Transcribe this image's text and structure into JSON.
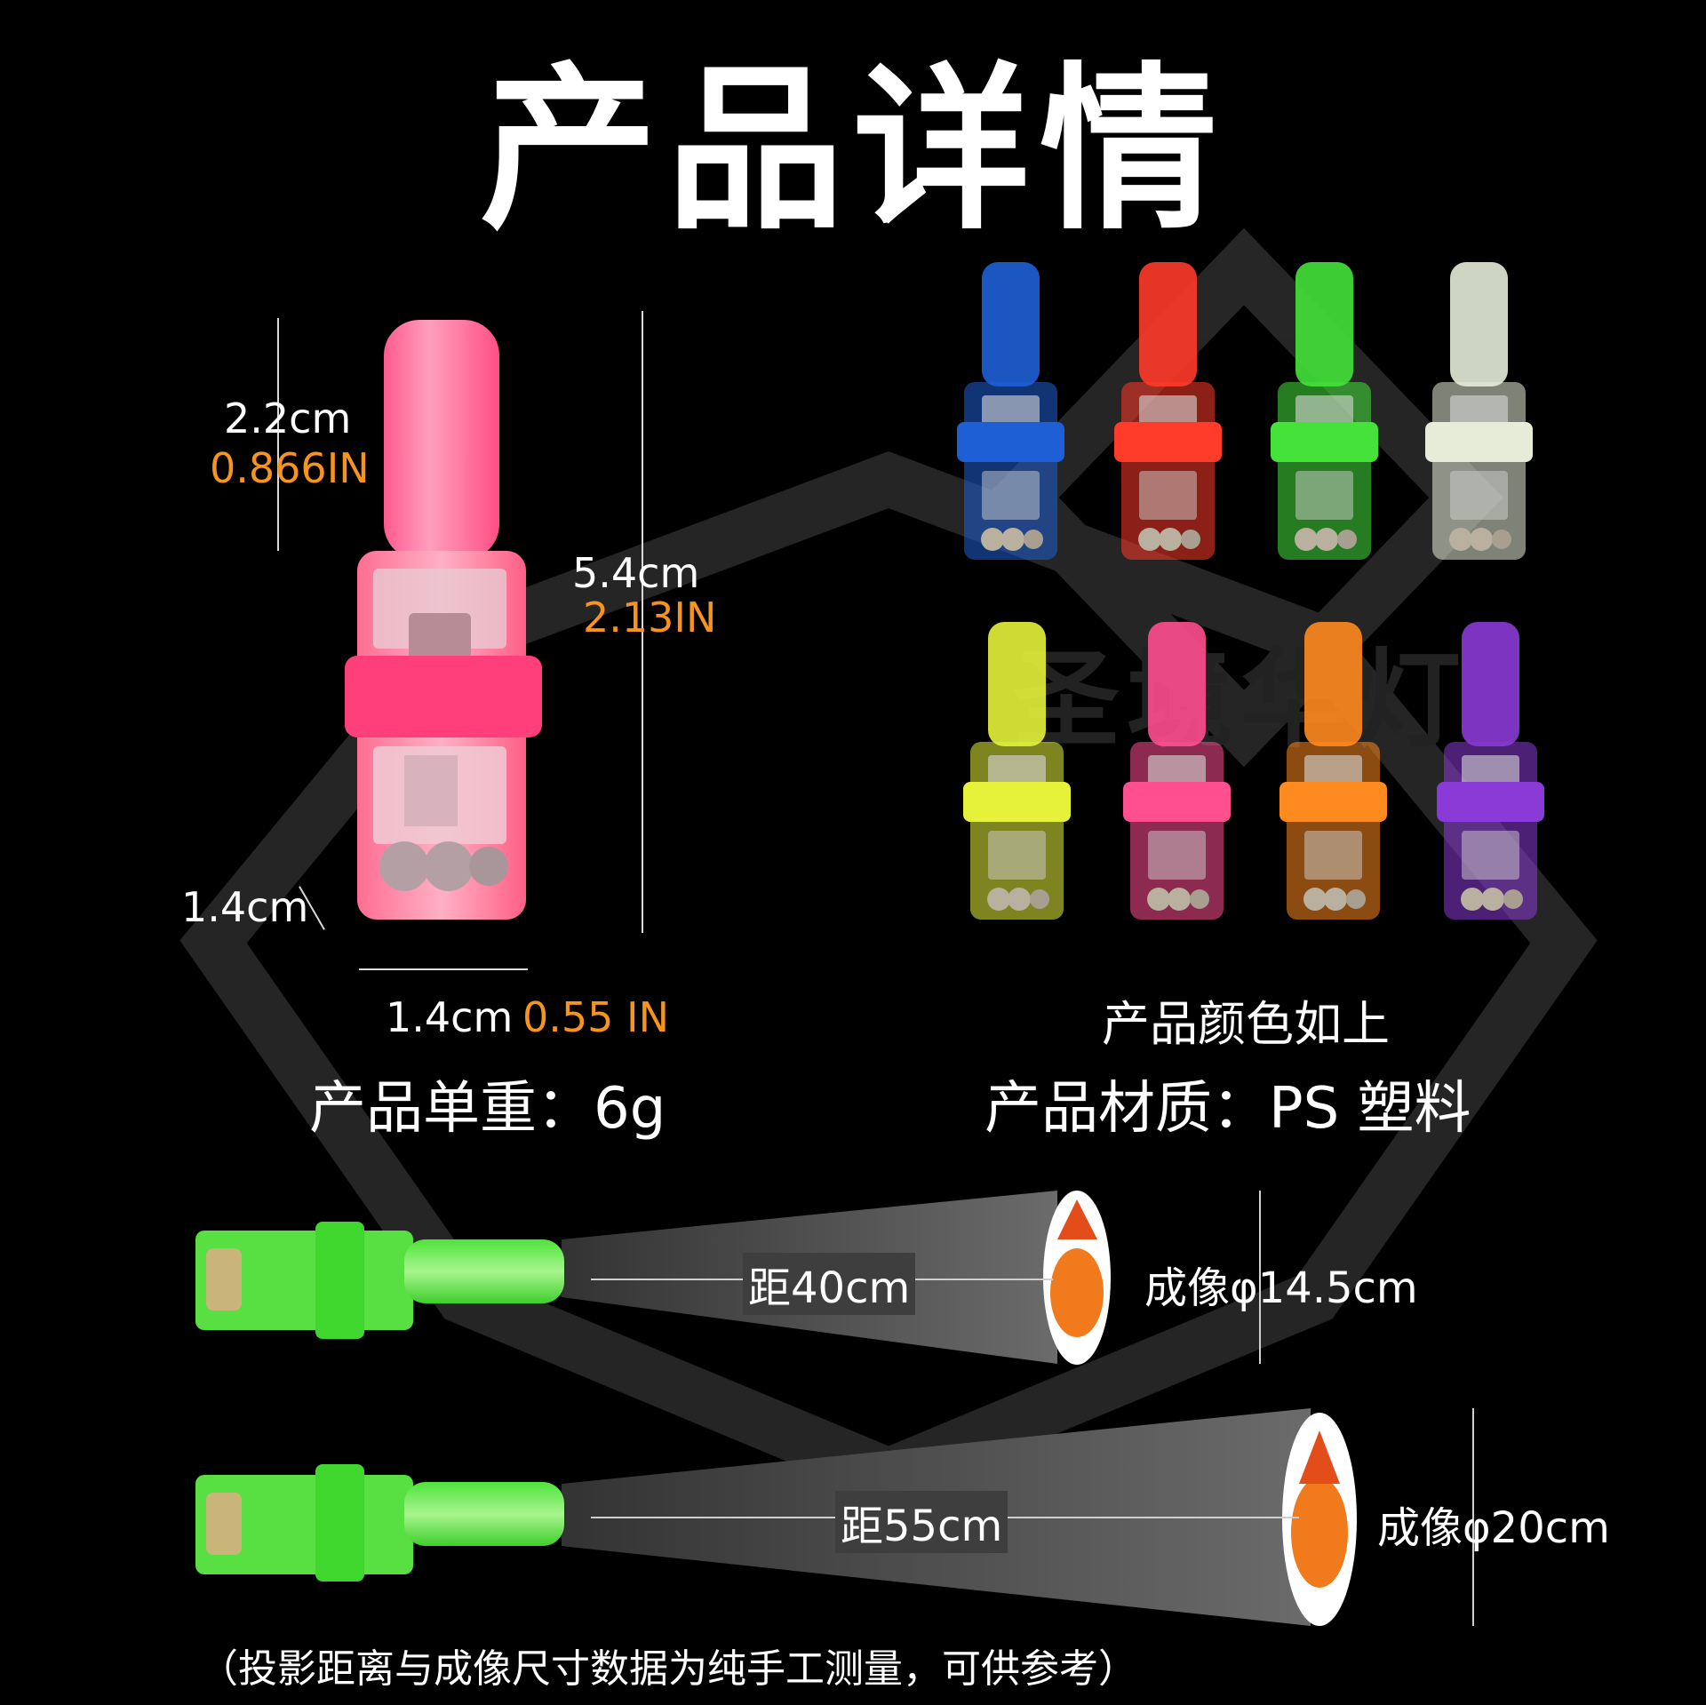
{
  "title": "产品详情",
  "watermark": "圣境华灯",
  "dimensions": {
    "top_length_cm": "2.2cm",
    "top_length_in": "0.866IN",
    "total_length_cm": "5.4cm",
    "total_length_in": "2.13IN",
    "depth_cm": "1.4cm",
    "width_cm": "1.4cm",
    "width_in": "0.55 IN"
  },
  "colors_caption": "产品颜色如上",
  "weight_label": "产品单重：6g",
  "material_label": "产品材质：PS  塑料",
  "product_colors": [
    {
      "name": "blue",
      "hex": "#1f5fd6"
    },
    {
      "name": "red",
      "hex": "#ff3b2a"
    },
    {
      "name": "green",
      "hex": "#45e23a"
    },
    {
      "name": "white",
      "hex": "#e6ecd8"
    },
    {
      "name": "yellow",
      "hex": "#e6f23a"
    },
    {
      "name": "pink",
      "hex": "#ff4f8f"
    },
    {
      "name": "orange",
      "hex": "#ff8a1f"
    },
    {
      "name": "purple",
      "hex": "#8a3ad6"
    }
  ],
  "main_product_color": "#ff5a8c",
  "projections": [
    {
      "distance_label": "距40cm",
      "image_label": "成像φ14.5cm"
    },
    {
      "distance_label": "距55cm",
      "image_label": "成像φ20cm"
    }
  ],
  "footnote": "（投影距离与成像尺寸数据为纯手工测量，可供参考）"
}
